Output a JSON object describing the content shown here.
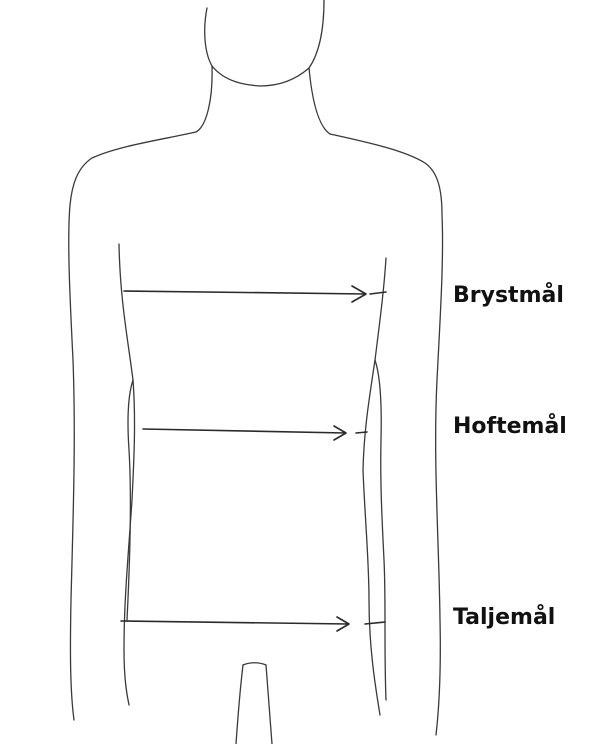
{
  "labels": {
    "chest": "Brystmål",
    "hip": "Hoftemål",
    "waist": "Taljemål"
  },
  "colors": {
    "outline": "#3a3a3a",
    "text": "#111111",
    "background": "#ffffff"
  }
}
